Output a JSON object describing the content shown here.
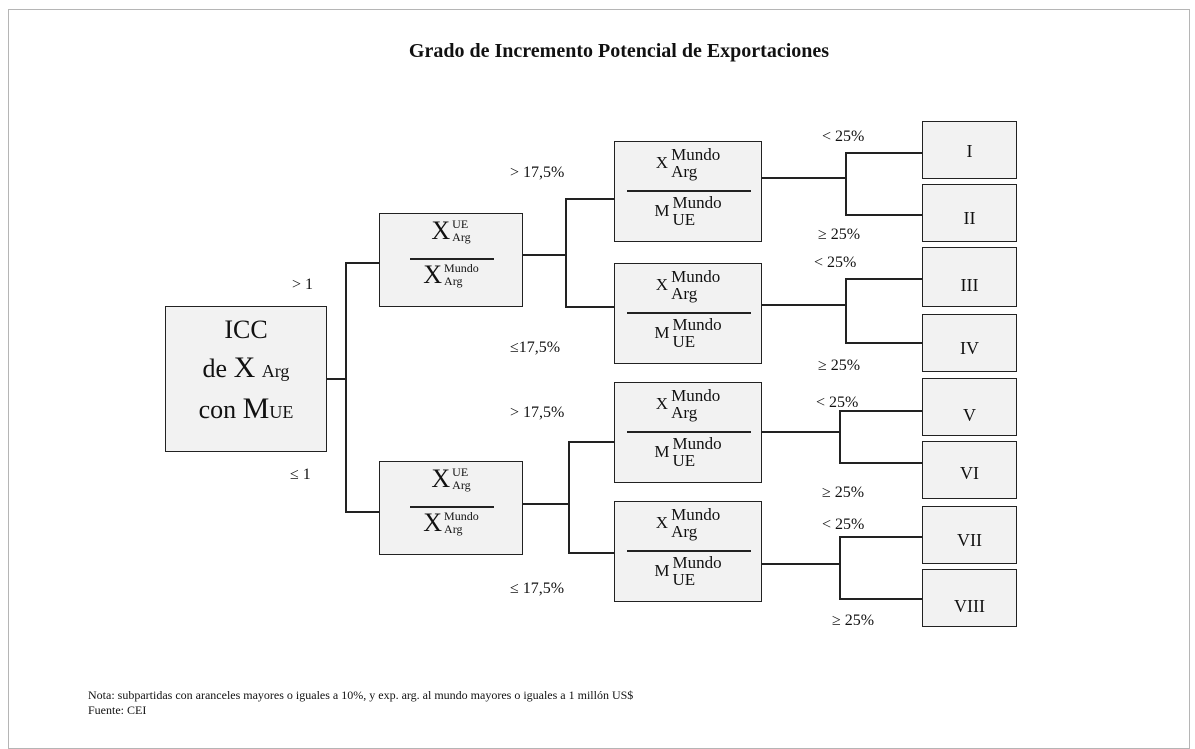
{
  "title": "Grado de Incremento Potencial de Exportaciones",
  "root": {
    "line1": "ICC",
    "line2_prefix": "de",
    "line2_var": "X",
    "line2_sub": "Arg",
    "line3_prefix": "con",
    "line3_var": "M",
    "line3_sub": "UE"
  },
  "ratio_a": {
    "num_var": "X",
    "num_sup": "UE",
    "num_sub": "Arg",
    "den_var": "X",
    "den_sup": "Mundo",
    "den_sub": "Arg"
  },
  "ratio_b": {
    "num_var": "X",
    "num_sup": "Mundo",
    "num_sub": "Arg",
    "den_var": "M",
    "den_sup": "Mundo",
    "den_sub": "UE"
  },
  "branch_labels": {
    "gt1": "> 1",
    "le1": "≤  1",
    "gt175_a": "> 17,5%",
    "le175_a": "≤17,5%",
    "gt175_b": "> 17,5%",
    "le175_b": "≤ 17,5%",
    "lt25_1": "<  25%",
    "ge25_1": "≥  25%",
    "lt25_2": "< 25%",
    "ge25_2": "≥ 25%",
    "lt25_3": "<  25%",
    "ge25_3": "≥  25%",
    "lt25_4": "<  25%",
    "ge25_4": "≥  25%"
  },
  "leaves": [
    "I",
    "II",
    "III",
    "IV",
    "V",
    "VI",
    "VII",
    "VIII"
  ],
  "footer": {
    "note": "Nota: subpartidas  con aranceles mayores o iguales a 10%, y exp. arg. al mundo mayores o iguales a 1 millón US$",
    "source": "Fuente: CEI"
  }
}
